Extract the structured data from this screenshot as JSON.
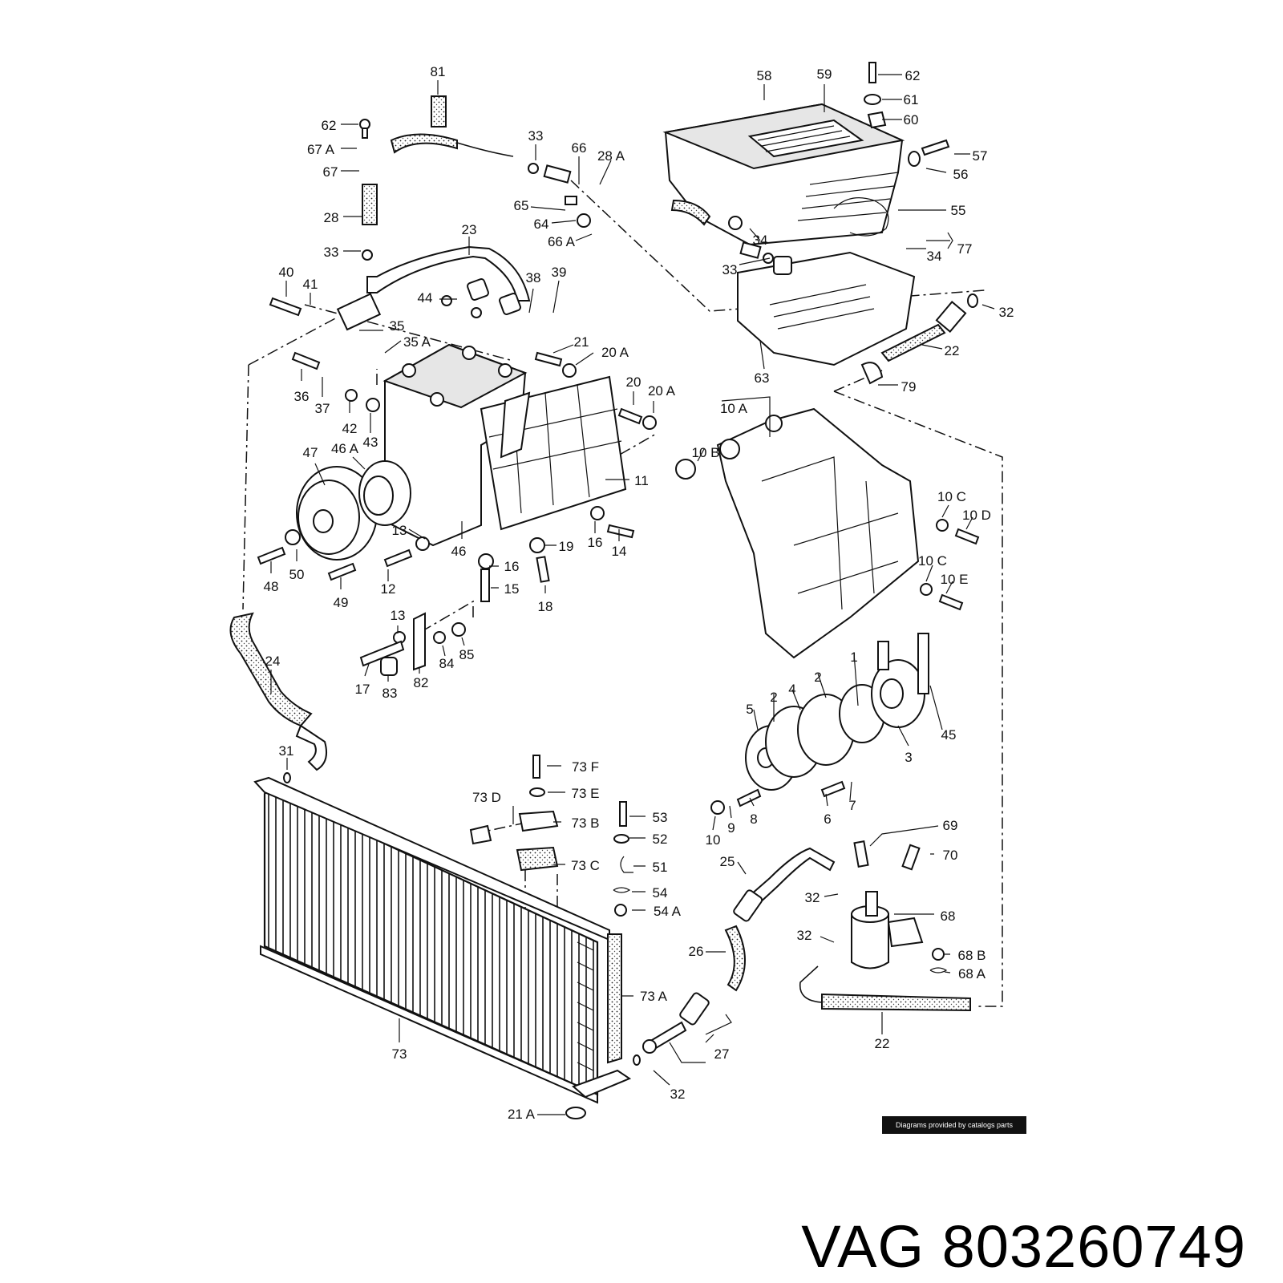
{
  "callouts": [
    {
      "id": "81",
      "text": "81"
    },
    {
      "id": "62a",
      "text": "62"
    },
    {
      "id": "67A",
      "text": "67 A"
    },
    {
      "id": "67",
      "text": "67"
    },
    {
      "id": "28",
      "text": "28"
    },
    {
      "id": "33a",
      "text": "33"
    },
    {
      "id": "33b",
      "text": "33"
    },
    {
      "id": "66",
      "text": "66"
    },
    {
      "id": "28A",
      "text": "28 A"
    },
    {
      "id": "65",
      "text": "65"
    },
    {
      "id": "64",
      "text": "64"
    },
    {
      "id": "66A",
      "text": "66 A"
    },
    {
      "id": "23",
      "text": "23"
    },
    {
      "id": "40",
      "text": "40"
    },
    {
      "id": "41",
      "text": "41"
    },
    {
      "id": "44",
      "text": "44"
    },
    {
      "id": "38",
      "text": "38"
    },
    {
      "id": "39",
      "text": "39"
    },
    {
      "id": "35",
      "text": "35"
    },
    {
      "id": "35A",
      "text": "35 A"
    },
    {
      "id": "21",
      "text": "21"
    },
    {
      "id": "20A",
      "text": "20 A"
    },
    {
      "id": "36",
      "text": "36"
    },
    {
      "id": "37",
      "text": "37"
    },
    {
      "id": "42",
      "text": "42"
    },
    {
      "id": "43",
      "text": "43"
    },
    {
      "id": "20",
      "text": "20"
    },
    {
      "id": "20A2",
      "text": "20 A"
    },
    {
      "id": "47",
      "text": "47"
    },
    {
      "id": "46A",
      "text": "46 A"
    },
    {
      "id": "11",
      "text": "11"
    },
    {
      "id": "13a",
      "text": "13"
    },
    {
      "id": "46",
      "text": "46"
    },
    {
      "id": "19",
      "text": "19"
    },
    {
      "id": "16a",
      "text": "16"
    },
    {
      "id": "14",
      "text": "14"
    },
    {
      "id": "48",
      "text": "48"
    },
    {
      "id": "50",
      "text": "50"
    },
    {
      "id": "49",
      "text": "49"
    },
    {
      "id": "12",
      "text": "12"
    },
    {
      "id": "16b",
      "text": "16"
    },
    {
      "id": "15",
      "text": "15"
    },
    {
      "id": "18",
      "text": "18"
    },
    {
      "id": "13b",
      "text": "13"
    },
    {
      "id": "24",
      "text": "24"
    },
    {
      "id": "17",
      "text": "17"
    },
    {
      "id": "83",
      "text": "83"
    },
    {
      "id": "82",
      "text": "82"
    },
    {
      "id": "84",
      "text": "84"
    },
    {
      "id": "85",
      "text": "85"
    },
    {
      "id": "31",
      "text": "31"
    },
    {
      "id": "58",
      "text": "58"
    },
    {
      "id": "59",
      "text": "59"
    },
    {
      "id": "62b",
      "text": "62"
    },
    {
      "id": "61",
      "text": "61"
    },
    {
      "id": "60",
      "text": "60"
    },
    {
      "id": "57",
      "text": "57"
    },
    {
      "id": "56",
      "text": "56"
    },
    {
      "id": "55",
      "text": "55"
    },
    {
      "id": "34a",
      "text": "34"
    },
    {
      "id": "34b",
      "text": "34"
    },
    {
      "id": "77",
      "text": "77"
    },
    {
      "id": "33c",
      "text": "33"
    },
    {
      "id": "32a",
      "text": "32"
    },
    {
      "id": "22a",
      "text": "22"
    },
    {
      "id": "63",
      "text": "63"
    },
    {
      "id": "79",
      "text": "79"
    },
    {
      "id": "10A",
      "text": "10 A"
    },
    {
      "id": "10B",
      "text": "10 B"
    },
    {
      "id": "10Ca",
      "text": "10 C"
    },
    {
      "id": "10D",
      "text": "10 D"
    },
    {
      "id": "10Cb",
      "text": "10 C"
    },
    {
      "id": "10E",
      "text": "10 E"
    },
    {
      "id": "1",
      "text": "1"
    },
    {
      "id": "2a",
      "text": "2"
    },
    {
      "id": "4",
      "text": "4"
    },
    {
      "id": "5",
      "text": "5"
    },
    {
      "id": "2b",
      "text": "2"
    },
    {
      "id": "45",
      "text": "45"
    },
    {
      "id": "3",
      "text": "3"
    },
    {
      "id": "10",
      "text": "10"
    },
    {
      "id": "9",
      "text": "9"
    },
    {
      "id": "8",
      "text": "8"
    },
    {
      "id": "6",
      "text": "6"
    },
    {
      "id": "7",
      "text": "7"
    },
    {
      "id": "73F",
      "text": "73 F"
    },
    {
      "id": "73E",
      "text": "73 E"
    },
    {
      "id": "73D",
      "text": "73 D"
    },
    {
      "id": "73B",
      "text": "73 B"
    },
    {
      "id": "73C",
      "text": "73 C"
    },
    {
      "id": "53",
      "text": "53"
    },
    {
      "id": "52",
      "text": "52"
    },
    {
      "id": "51",
      "text": "51"
    },
    {
      "id": "54",
      "text": "54"
    },
    {
      "id": "54A",
      "text": "54 A"
    },
    {
      "id": "69",
      "text": "69"
    },
    {
      "id": "70",
      "text": "70"
    },
    {
      "id": "25",
      "text": "25"
    },
    {
      "id": "32b",
      "text": "32"
    },
    {
      "id": "68",
      "text": "68"
    },
    {
      "id": "32c",
      "text": "32"
    },
    {
      "id": "26",
      "text": "26"
    },
    {
      "id": "68B",
      "text": "68 B"
    },
    {
      "id": "68A",
      "text": "68 A"
    },
    {
      "id": "73A",
      "text": "73 A"
    },
    {
      "id": "73",
      "text": "73"
    },
    {
      "id": "27",
      "text": "27"
    },
    {
      "id": "22b",
      "text": "22"
    },
    {
      "id": "32d",
      "text": "32"
    },
    {
      "id": "21A",
      "text": "21 A"
    }
  ],
  "credit": "Diagrams provided by catalogs parts",
  "part_number": "VAG 803260749",
  "colors": {
    "ink": "#111111",
    "paper": "#ffffff",
    "credit_bg": "#111111"
  }
}
